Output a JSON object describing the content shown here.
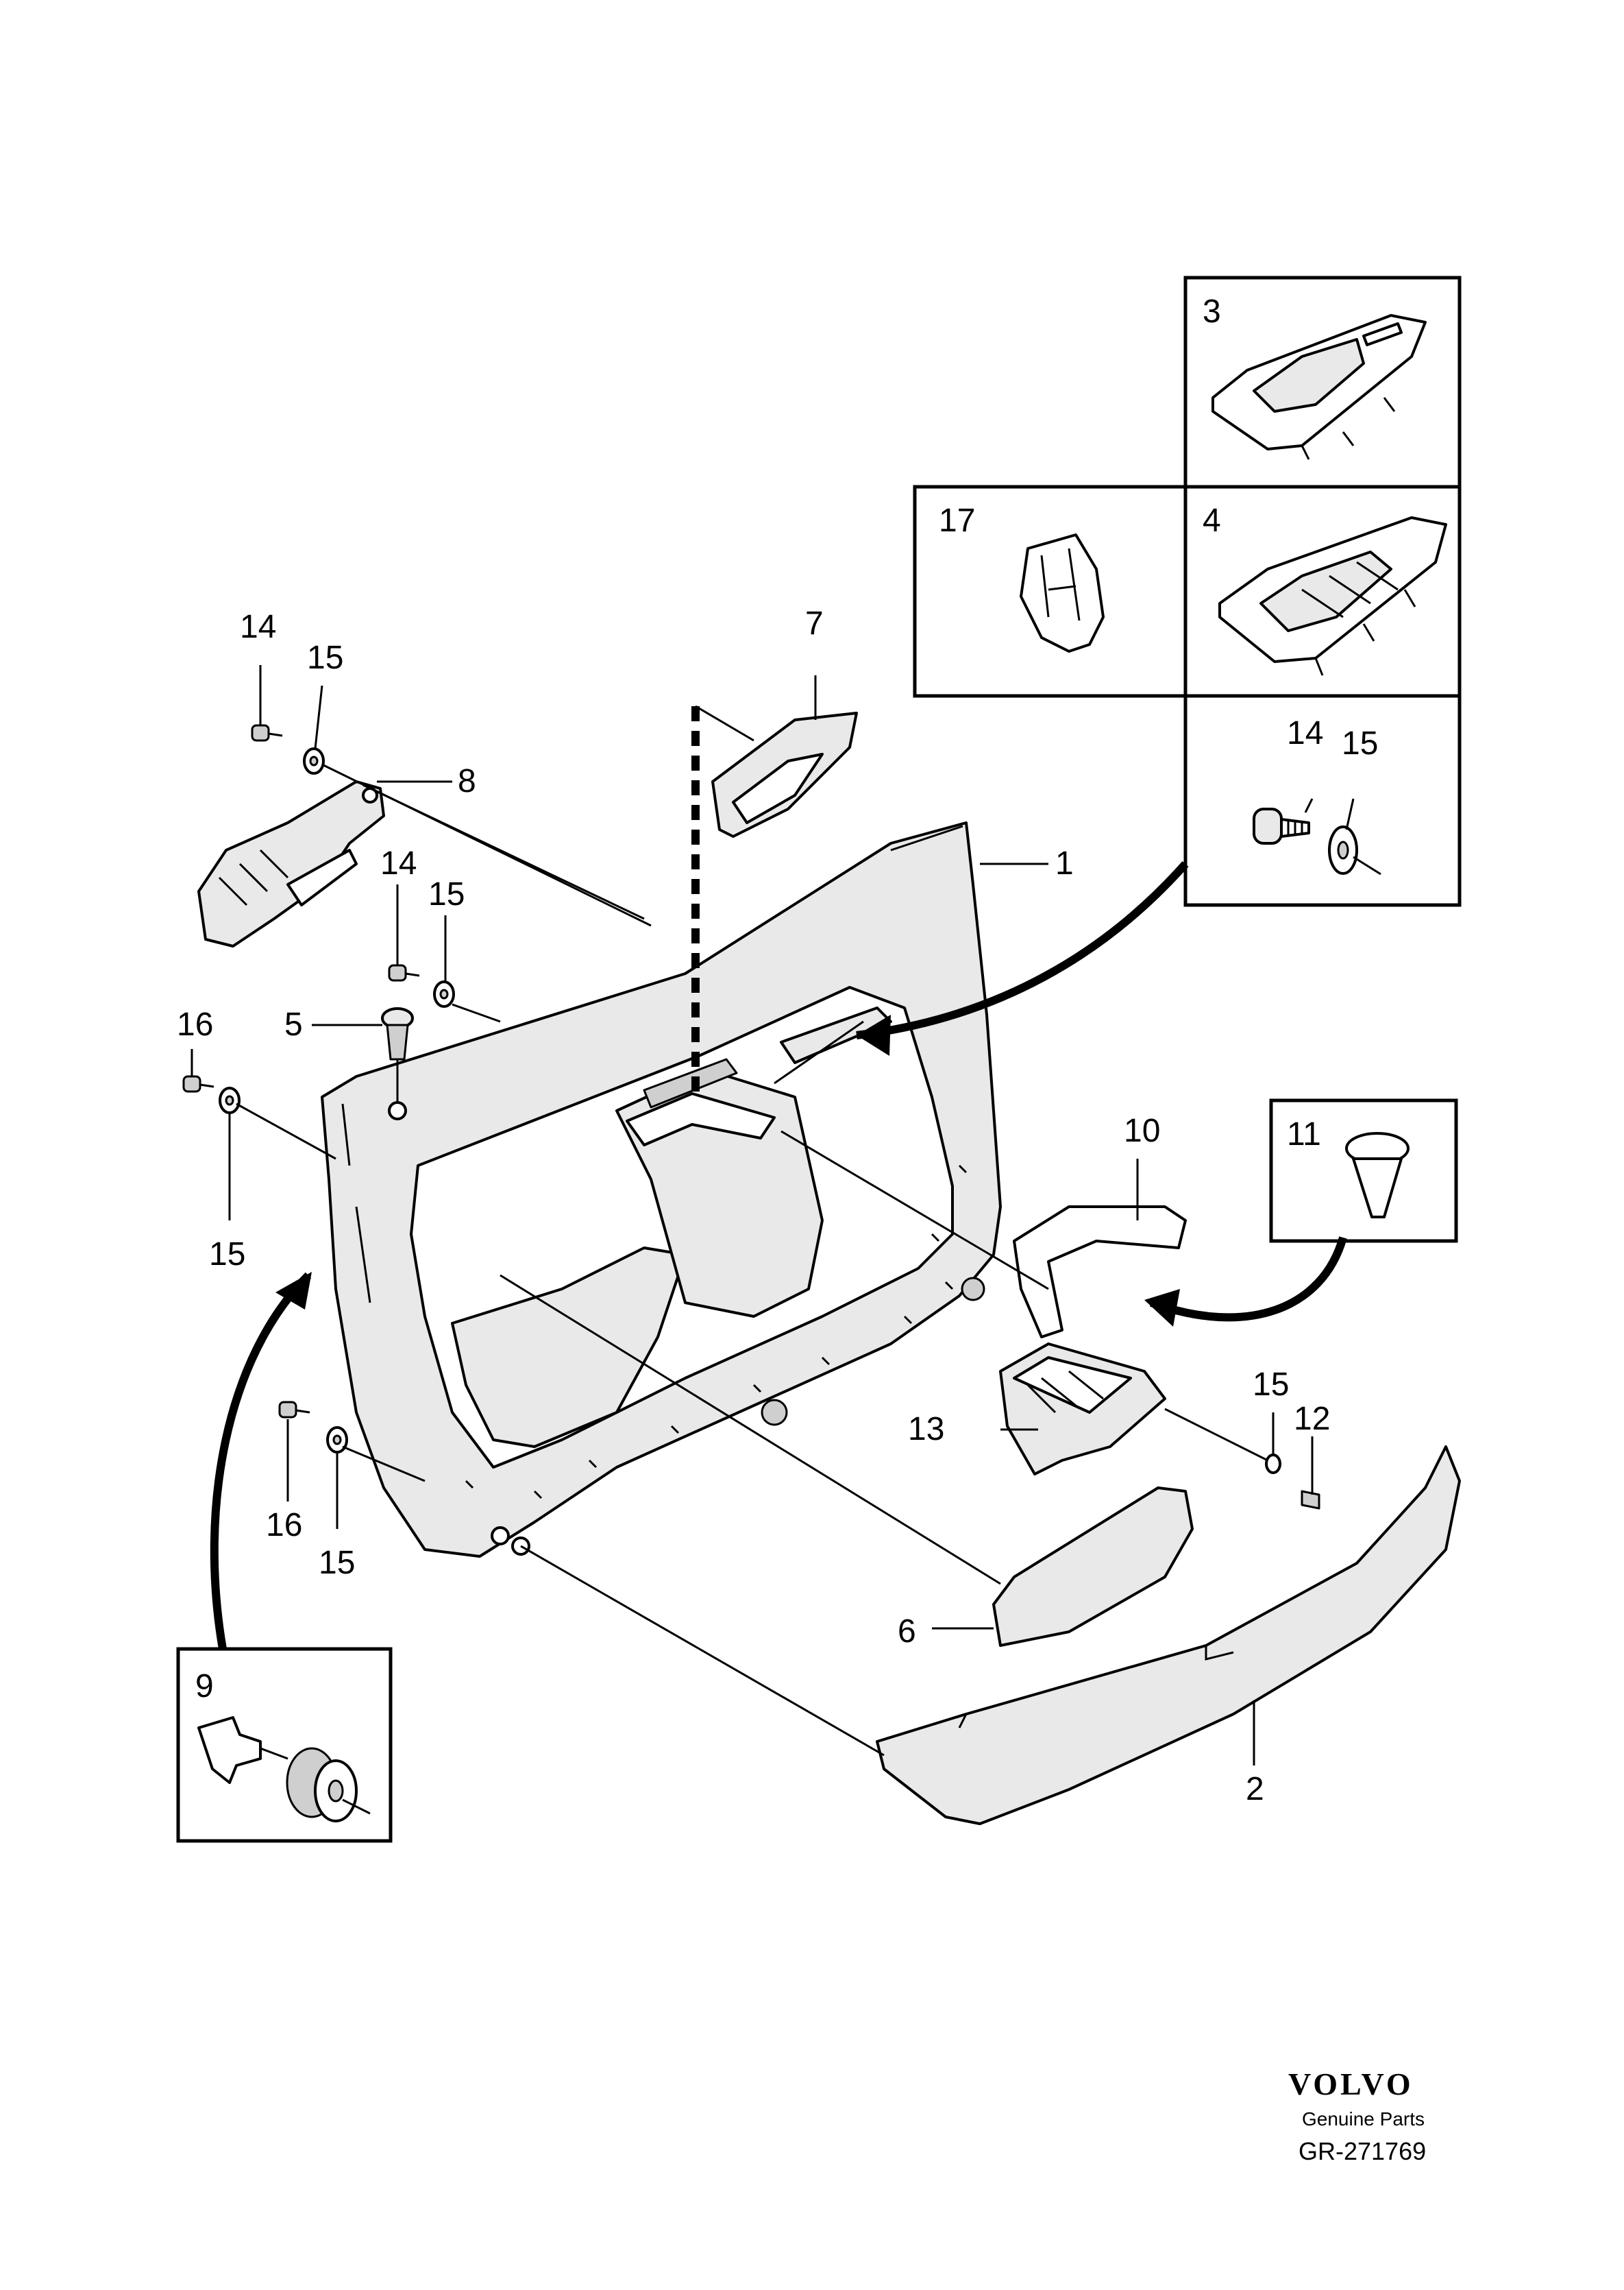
{
  "callouts": {
    "c1": "1",
    "c2": "2",
    "c3": "3",
    "c4": "4",
    "c5": "5",
    "c6": "6",
    "c7": "7",
    "c8": "8",
    "c9": "9",
    "c10": "10",
    "c11": "11",
    "c12": "12",
    "c13": "13",
    "c14a": "14",
    "c14b": "14",
    "c14c": "14",
    "c15a": "15",
    "c15b": "15",
    "c15c": "15",
    "c15d": "15",
    "c15e": "15",
    "c15f": "15",
    "c16a": "16",
    "c16b": "16",
    "c17": "17"
  },
  "footer": {
    "brand": "VOLVO",
    "tagline": "Genuine Parts",
    "code": "GR-271769"
  }
}
